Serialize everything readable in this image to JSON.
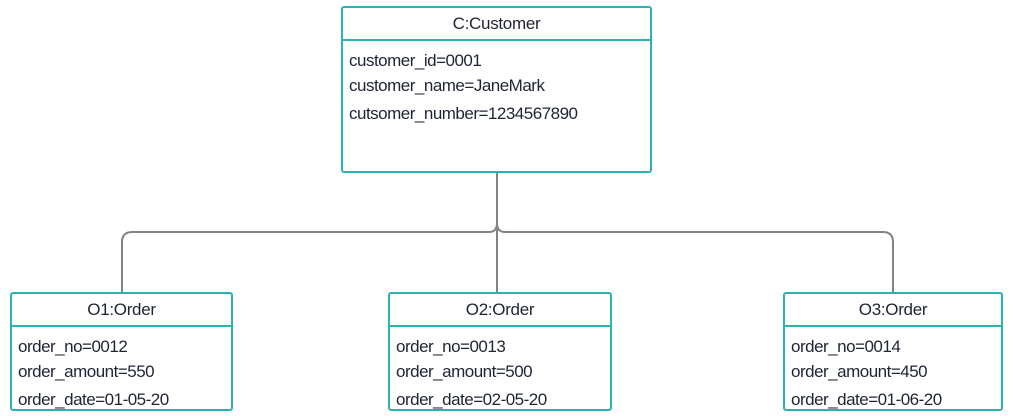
{
  "diagram": {
    "type": "uml-object-diagram",
    "colors": {
      "box_border": "#2ab3b0",
      "connector": "#838383",
      "text": "#1e2433",
      "box_fill": "#ffffff",
      "background": "#ffffff"
    },
    "objects": [
      {
        "id": "customer",
        "title": "C:Customer",
        "attributes": [
          "customer_id=0001",
          "customer_name=JaneMark",
          "cutsomer_number=1234567890"
        ]
      },
      {
        "id": "order1",
        "title": "O1:Order",
        "attributes": [
          "order_no=0012",
          "order_amount=550",
          "order_date=01-05-20"
        ]
      },
      {
        "id": "order2",
        "title": "O2:Order",
        "attributes": [
          "order_no=0013",
          "order_amount=500",
          "order_date=02-05-20"
        ]
      },
      {
        "id": "order3",
        "title": "O3:Order",
        "attributes": [
          "order_no=0014",
          "order_amount=450",
          "order_date=01-06-20"
        ]
      }
    ],
    "connections": [
      {
        "from": "C:Customer",
        "to": "O1:Order"
      },
      {
        "from": "C:Customer",
        "to": "O2:Order"
      },
      {
        "from": "C:Customer",
        "to": "O3:Order"
      }
    ]
  }
}
